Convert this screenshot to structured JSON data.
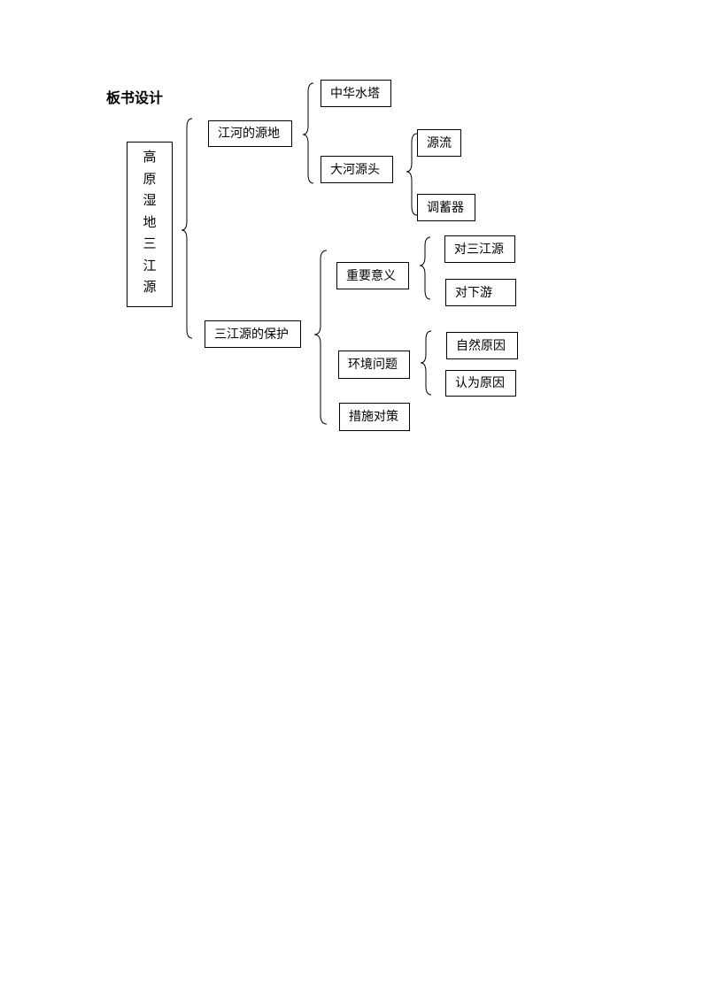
{
  "heading": "板书设计",
  "root": {
    "chars": [
      "高",
      "原",
      "湿",
      "地",
      "三",
      "江",
      "源"
    ]
  },
  "level1": {
    "source": "江河的源地",
    "protection": "三江源的保护"
  },
  "source_children": {
    "water_tower": "中华水塔",
    "river_head": "大河源头"
  },
  "river_head_children": {
    "origin": "源流",
    "regulator": "调蓄器"
  },
  "protection_children": {
    "importance": "重要意义",
    "environment": "环境问题",
    "measures": "措施对策"
  },
  "importance_children": {
    "for_sanjiangyuan": "对三江源",
    "for_downstream": "对下游"
  },
  "environment_children": {
    "natural": "自然原因",
    "human": "认为原因"
  }
}
